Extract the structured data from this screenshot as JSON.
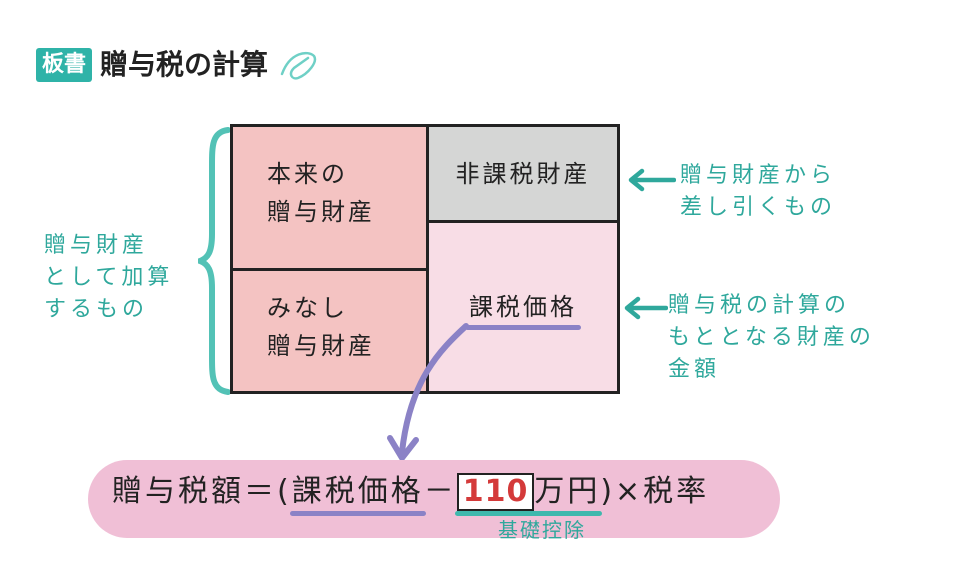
{
  "header": {
    "badge": "板書",
    "title": "贈与税の計算",
    "icon": "paperclip-icon"
  },
  "table": {
    "honrai": [
      "本来の",
      "贈与財産"
    ],
    "minashi": [
      "みなし",
      "贈与財産"
    ],
    "hika": "非課税財産",
    "kazei": "課税価格"
  },
  "left_note": [
    "贈与財産",
    "として加算",
    "するもの"
  ],
  "right_notes": {
    "top": [
      "贈与財産から",
      "差し引くもの"
    ],
    "bottom": [
      "贈与税の計算の",
      "もととなる財産の",
      "金額"
    ]
  },
  "formula": {
    "part1": "贈与税額＝(",
    "kazei": "課税価格",
    "minus": "－",
    "amount": "110",
    "unit": "万円",
    "part2": ")×税率",
    "note": "基礎控除"
  },
  "colors": {
    "teal": "#2fb3a8",
    "pink_cell": "#f4c3c2",
    "gray_cell": "#d5d6d5",
    "light_pink_cell": "#f8dde6",
    "purple": "#8b82c6",
    "pill": "#f0bfd6",
    "red": "#d43a3a"
  }
}
